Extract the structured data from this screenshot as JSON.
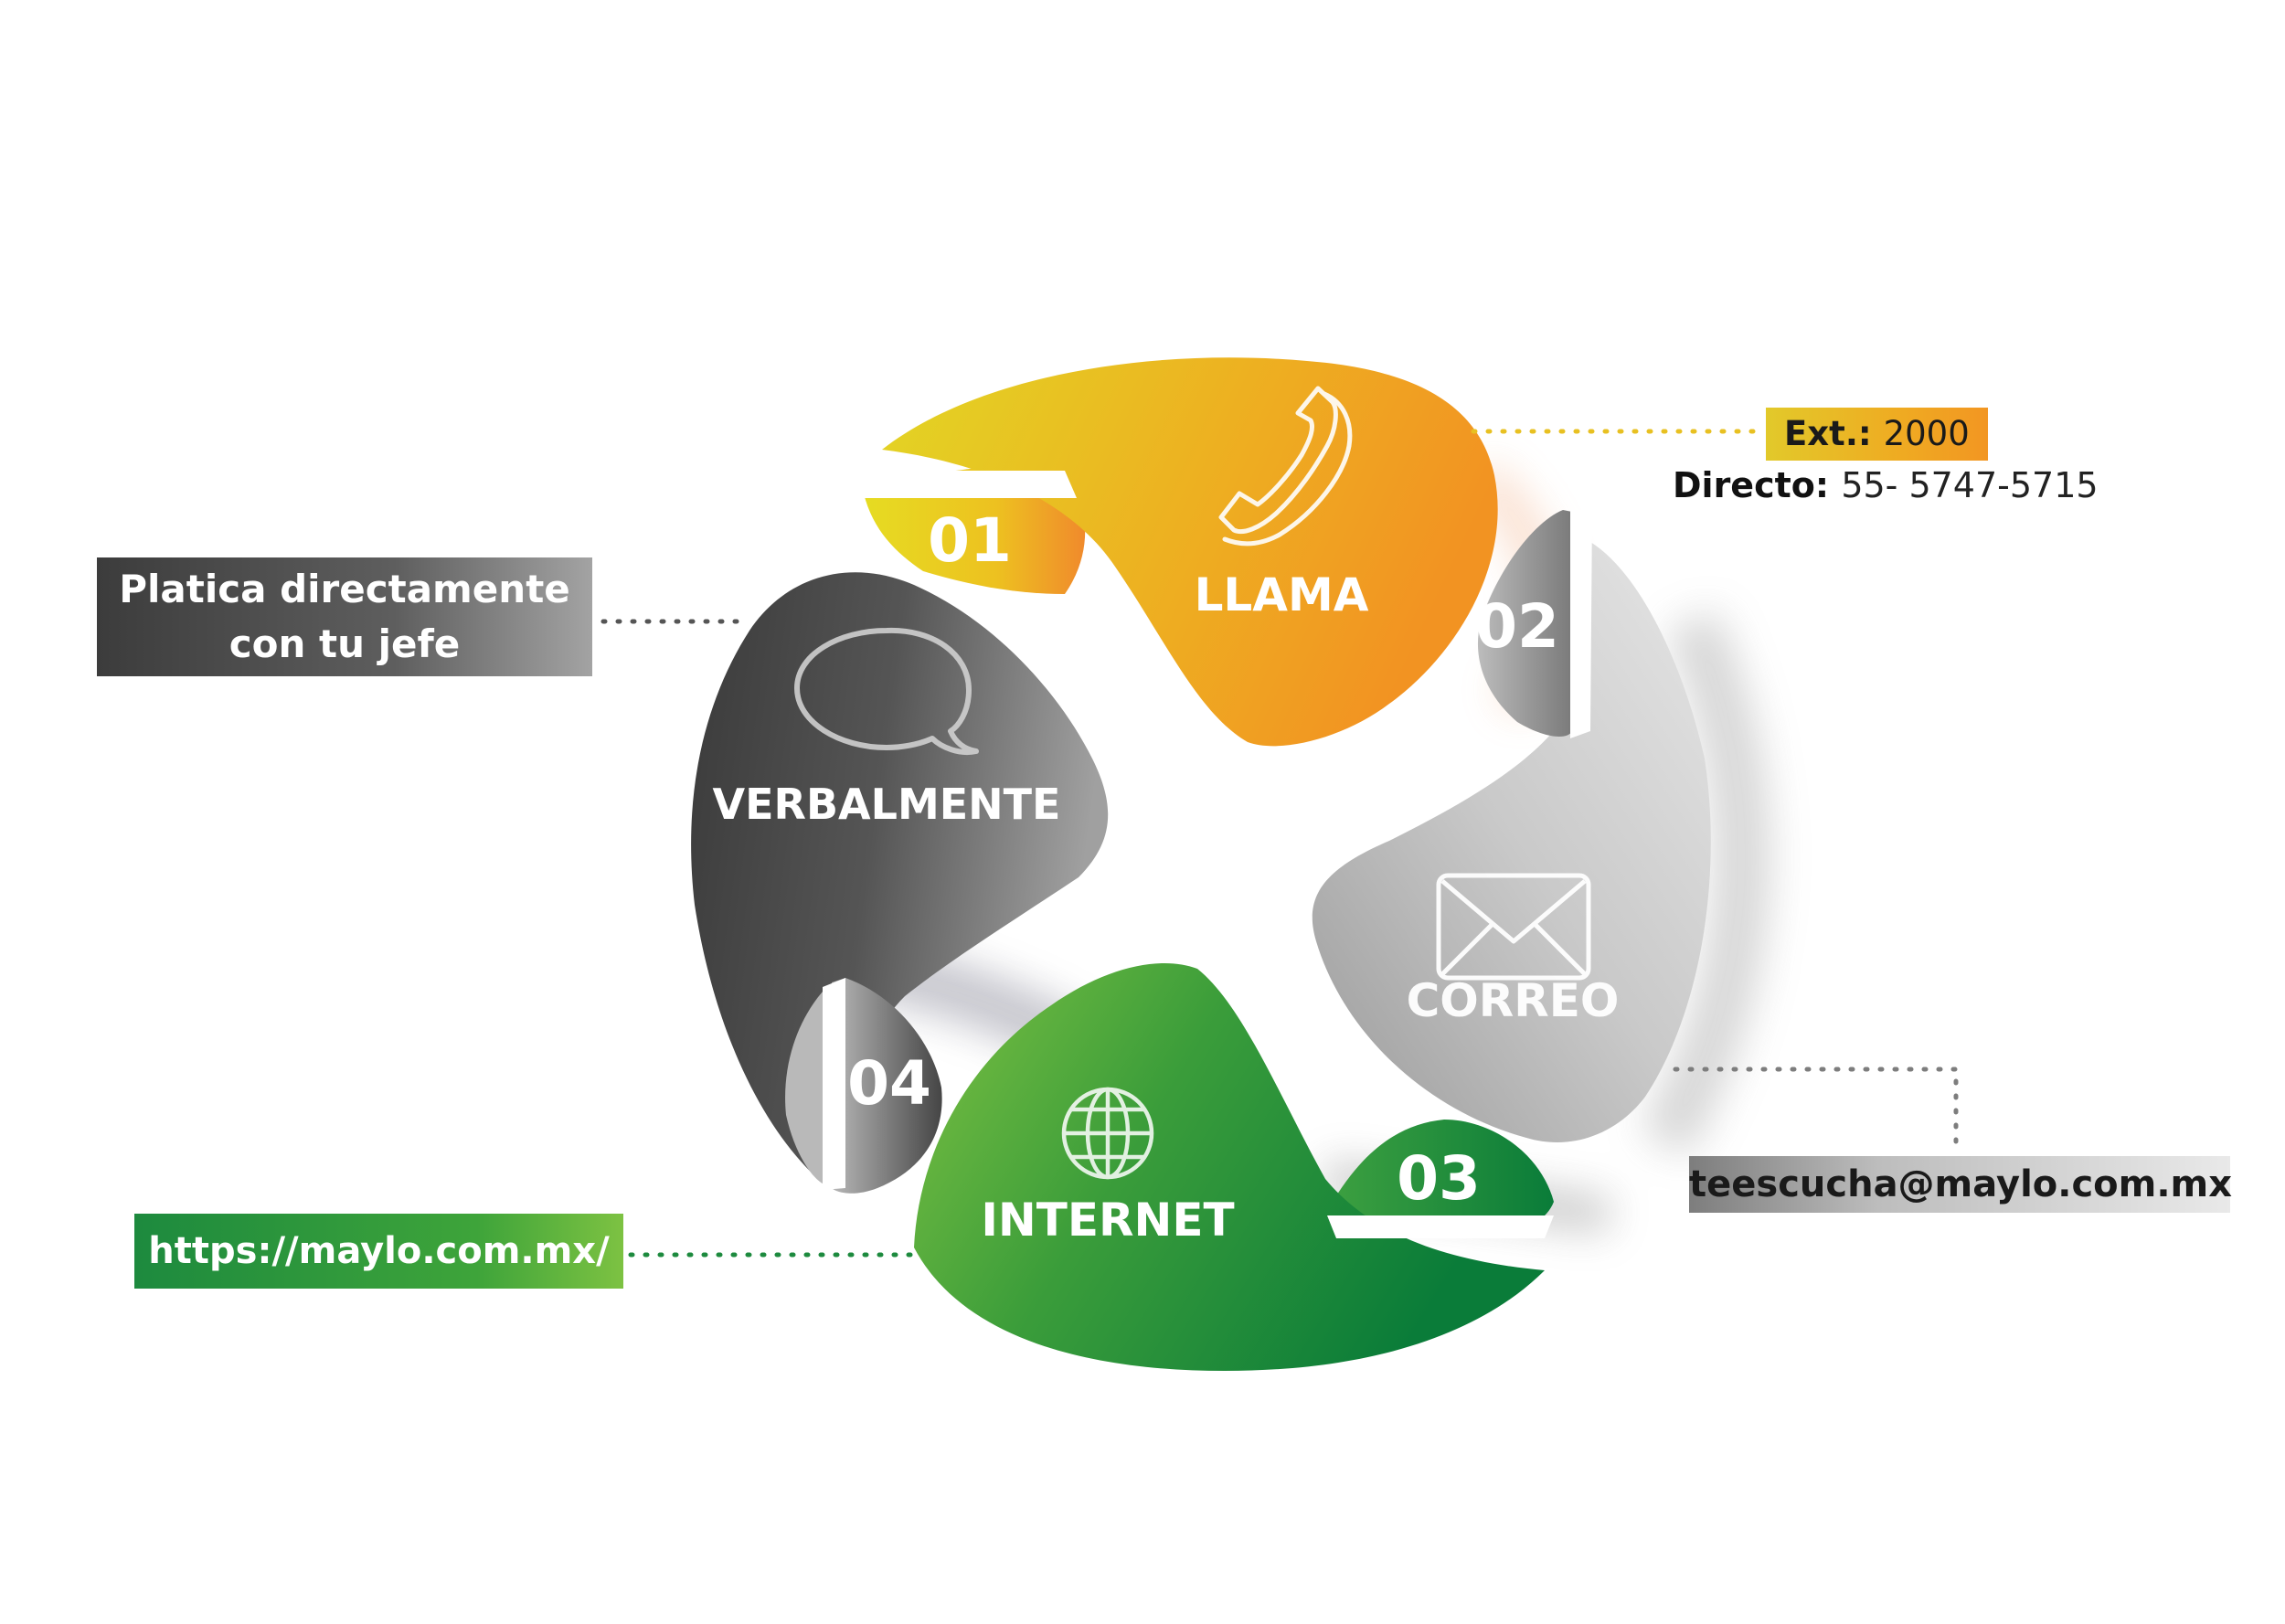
{
  "petals": [
    {
      "id": "llama",
      "number": "01",
      "label": "LLAMA",
      "icon": "phone-icon",
      "color_start": "#e2d624",
      "color_end": "#f29322"
    },
    {
      "id": "correo",
      "number": "02",
      "label": "CORREO",
      "icon": "envelope-icon",
      "color_start": "#8c8c8c",
      "color_end": "#e4e4e4"
    },
    {
      "id": "internet",
      "number": "03",
      "label": "INTERNET",
      "icon": "globe-icon",
      "color_start": "#7fc242",
      "color_end": "#0a7c39"
    },
    {
      "id": "verbalmente",
      "number": "04",
      "label": "VERBALMENTE",
      "icon": "speech-bubble-icon",
      "color_start": "#3a3a3a",
      "color_end": "#9b9b9b"
    }
  ],
  "callouts": {
    "verbal": {
      "line1": "Platica directamente",
      "line2": "con tu jefe"
    },
    "url": "https://maylo.com.mx/",
    "email": "teescucha@maylo.com.mx",
    "ext": {
      "label": "Ext.:",
      "value": "2000"
    },
    "directo": {
      "label": "Directo:",
      "value": "55- 5747-5715"
    }
  }
}
